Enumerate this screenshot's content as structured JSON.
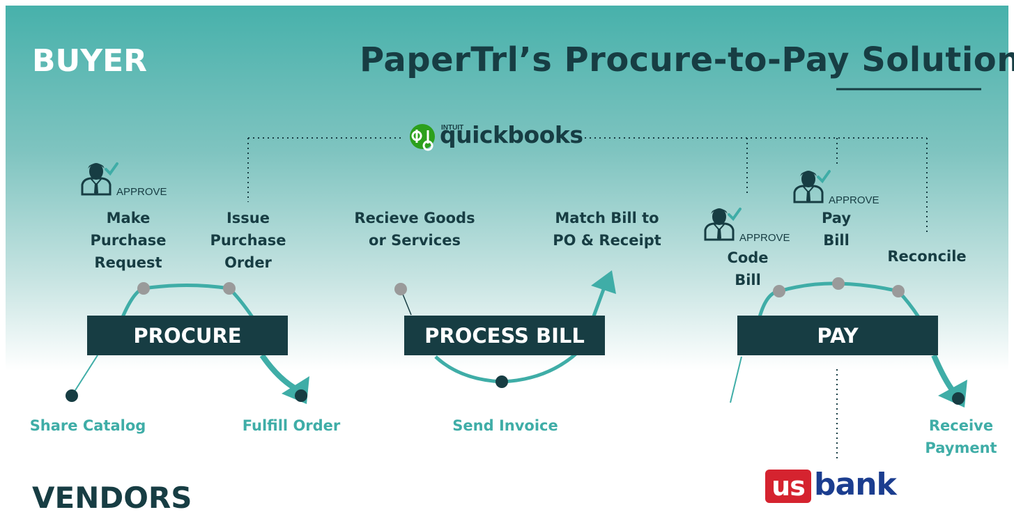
{
  "header": {
    "buyer_label": "BUYER",
    "title": "PaperTrl’s Procure-to-Pay Solution"
  },
  "footer": {
    "vendors_label": "VENDORS"
  },
  "integration": {
    "top_logo_small": "INTUIT",
    "top_logo_word": "quickbooks",
    "bank_logo_mark": "us",
    "bank_logo_word": "bank"
  },
  "approve_label": "APPROVE",
  "phases": {
    "procure": "PROCURE",
    "process_bill": "PROCESS BILL",
    "pay": "PAY"
  },
  "buyer_steps": {
    "make_request": "Make Purchase Request",
    "issue_po": "Issue Purchase Order",
    "receive_goods": "Recieve Goods or Services",
    "match_bill": "Match Bill to PO & Receipt",
    "code_bill": "Code Bill",
    "pay_bill": "Pay Bill",
    "reconcile": "Reconcile"
  },
  "vendor_steps": {
    "share_catalog": "Share Catalog",
    "fulfill_order": "Fulfill Order",
    "send_invoice": "Send Invoice",
    "receive_payment": "Receive Payment"
  },
  "colors": {
    "dark": "#173d43",
    "teal": "#3fada7",
    "header_teal": "#47b1ab",
    "node_gray": "#9a9a9a",
    "bank_red": "#d5232f",
    "bank_blue": "#1b3d8f"
  }
}
